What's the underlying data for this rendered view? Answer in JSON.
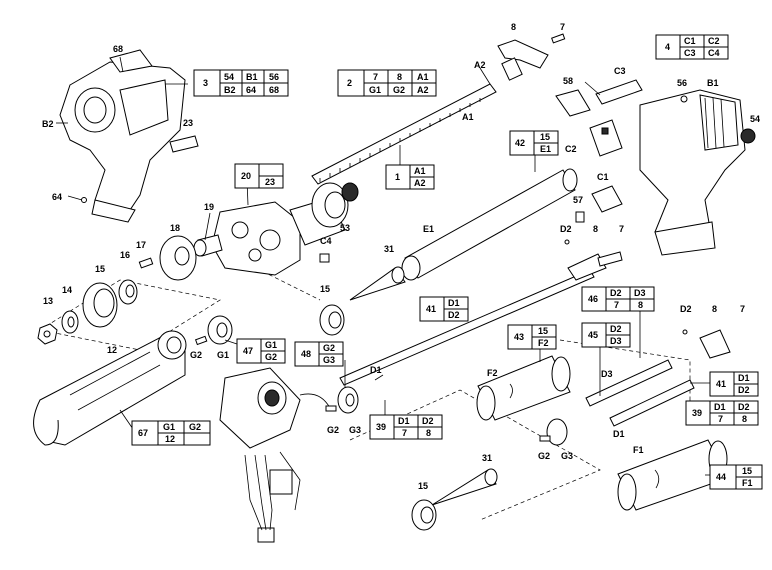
{
  "part_labels": {
    "p68": "68",
    "pB2": "B2",
    "p64": "64",
    "p23": "23",
    "p20": "20",
    "p17": "17",
    "p16": "16",
    "p15a": "15",
    "p14": "14",
    "p13": "13",
    "p12": "12",
    "p18": "18",
    "p19": "19",
    "pG2a": "G2",
    "pG1": "G1",
    "pC4": "C4",
    "p53": "53",
    "pA2": "A2",
    "pA1": "A1",
    "p8a": "8",
    "p7a": "7",
    "p58": "58",
    "pC3": "C3",
    "p56": "56",
    "pB1": "B1",
    "p54": "54",
    "pC2": "C2",
    "pC1": "C1",
    "p57": "57",
    "pD2a": "D2",
    "p8b": "8",
    "p7b": "7",
    "pE1": "E1",
    "p31a": "31",
    "p15b": "15",
    "pD1a": "D1",
    "pG2b": "G2",
    "pG3a": "G3",
    "pF2": "F2",
    "pD3": "D3",
    "pD1b": "D1",
    "pD2b": "D2",
    "p8c": "8",
    "p7c": "7",
    "pG2c": "G2",
    "pG3b": "G3",
    "p31b": "31",
    "p15c": "15",
    "pF1": "F1"
  },
  "tables": {
    "t3": {
      "key": "3",
      "r1": [
        "54",
        "B1",
        "56"
      ],
      "r2": [
        "B2",
        "64",
        "68"
      ]
    },
    "t2": {
      "key": "2",
      "r1": [
        "7",
        "8",
        "A1"
      ],
      "r2": [
        "G1",
        "G2",
        "A2"
      ]
    },
    "t4": {
      "key": "4",
      "r1": [
        "C1",
        "C2"
      ],
      "r2": [
        "C3",
        "C4"
      ]
    },
    "t42": {
      "key": "42",
      "r1": [
        "15"
      ],
      "r2": [
        "E1"
      ]
    },
    "t1": {
      "key": "1",
      "r1": [
        "A1"
      ],
      "r2": [
        "A2"
      ]
    },
    "t20": {
      "key": "20",
      "r1": [
        ""
      ],
      "r2": [
        "23"
      ]
    },
    "t41a": {
      "key": "41",
      "r1": [
        "D1"
      ],
      "r2": [
        "D2"
      ]
    },
    "t43": {
      "key": "43",
      "r1": [
        "15"
      ],
      "r2": [
        "F2"
      ]
    },
    "t46": {
      "key": "46",
      "r1": [
        "D2",
        "D3"
      ],
      "r2": [
        "7",
        "8"
      ]
    },
    "t45": {
      "key": "45",
      "r1": [
        "D2"
      ],
      "r2": [
        "D3"
      ]
    },
    "t47": {
      "key": "47",
      "r1": [
        "G1"
      ],
      "r2": [
        "G2"
      ]
    },
    "t48": {
      "key": "48",
      "r1": [
        "G2"
      ],
      "r2": [
        "G3"
      ]
    },
    "t41b": {
      "key": "41",
      "r1": [
        "D1"
      ],
      "r2": [
        "D2"
      ]
    },
    "t39a": {
      "key": "39",
      "r1": [
        "D1",
        "D2"
      ],
      "r2": [
        "7",
        "8"
      ]
    },
    "t39b": {
      "key": "39",
      "r1": [
        "D1",
        "D2"
      ],
      "r2": [
        "7",
        "8"
      ]
    },
    "t67": {
      "key": "67",
      "r1": [
        "G1",
        "G2"
      ],
      "r2": [
        "12",
        ""
      ]
    },
    "t44": {
      "key": "44",
      "r1": [
        "15"
      ],
      "r2": [
        "F1"
      ]
    }
  }
}
